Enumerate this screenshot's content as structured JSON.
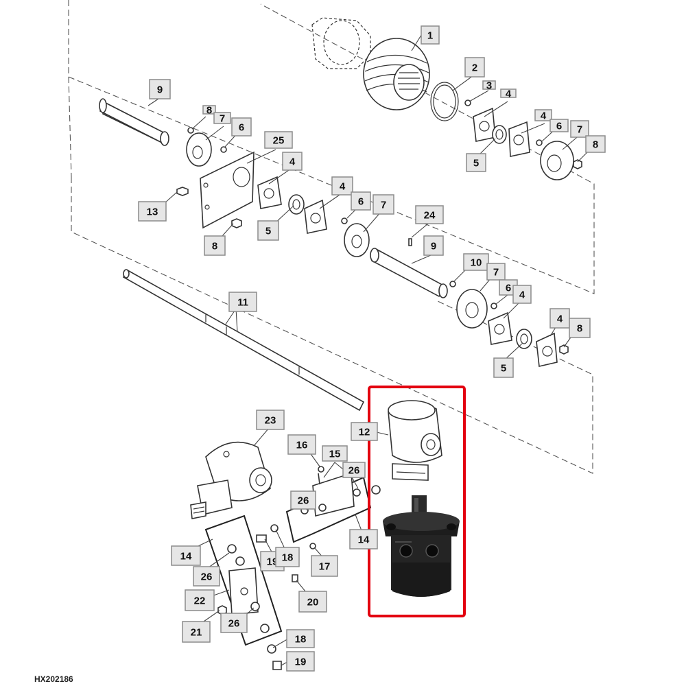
{
  "drawing_id": "HX202186",
  "highlight_color": "#e3000f",
  "callout_fill": "#e6e6e6",
  "callouts": [
    {
      "id": "c1",
      "text": "1"
    },
    {
      "id": "c2",
      "text": "2"
    },
    {
      "id": "c3",
      "text": "3"
    },
    {
      "id": "c4a",
      "text": "4"
    },
    {
      "id": "c4b",
      "text": "4"
    },
    {
      "id": "c6a",
      "text": "6"
    },
    {
      "id": "c7a",
      "text": "7"
    },
    {
      "id": "c8a",
      "text": "8"
    },
    {
      "id": "c5a",
      "text": "5"
    },
    {
      "id": "c9a",
      "text": "9"
    },
    {
      "id": "c8b",
      "text": "8"
    },
    {
      "id": "c7b",
      "text": "7"
    },
    {
      "id": "c6b",
      "text": "6"
    },
    {
      "id": "c25",
      "text": "25"
    },
    {
      "id": "c4c",
      "text": "4"
    },
    {
      "id": "c4d",
      "text": "4"
    },
    {
      "id": "c6c",
      "text": "6"
    },
    {
      "id": "c7c",
      "text": "7"
    },
    {
      "id": "c13",
      "text": "13"
    },
    {
      "id": "c5b",
      "text": "5"
    },
    {
      "id": "c5c",
      "text": "5"
    },
    {
      "id": "c8c",
      "text": "8"
    },
    {
      "id": "c24",
      "text": "24"
    },
    {
      "id": "c9b",
      "text": "9"
    },
    {
      "id": "c10",
      "text": "10"
    },
    {
      "id": "c7d",
      "text": "7"
    },
    {
      "id": "c6d",
      "text": "6"
    },
    {
      "id": "c4e",
      "text": "4"
    },
    {
      "id": "c4f",
      "text": "4"
    },
    {
      "id": "c8d",
      "text": "8"
    },
    {
      "id": "c5d",
      "text": "5"
    },
    {
      "id": "c11",
      "text": "11"
    },
    {
      "id": "c23",
      "text": "23"
    },
    {
      "id": "c12",
      "text": "12"
    },
    {
      "id": "c16",
      "text": "16"
    },
    {
      "id": "c15",
      "text": "15"
    },
    {
      "id": "c26a",
      "text": "26"
    },
    {
      "id": "c26b",
      "text": "26"
    },
    {
      "id": "c14a",
      "text": "14"
    },
    {
      "id": "c14b",
      "text": "14"
    },
    {
      "id": "c26c",
      "text": "26"
    },
    {
      "id": "c19a",
      "text": "19"
    },
    {
      "id": "c18a",
      "text": "18"
    },
    {
      "id": "c17",
      "text": "17"
    },
    {
      "id": "c22",
      "text": "22"
    },
    {
      "id": "c20",
      "text": "20"
    },
    {
      "id": "c21",
      "text": "21"
    },
    {
      "id": "c26d",
      "text": "26"
    },
    {
      "id": "c18b",
      "text": "18"
    },
    {
      "id": "c19b",
      "text": "19"
    }
  ]
}
